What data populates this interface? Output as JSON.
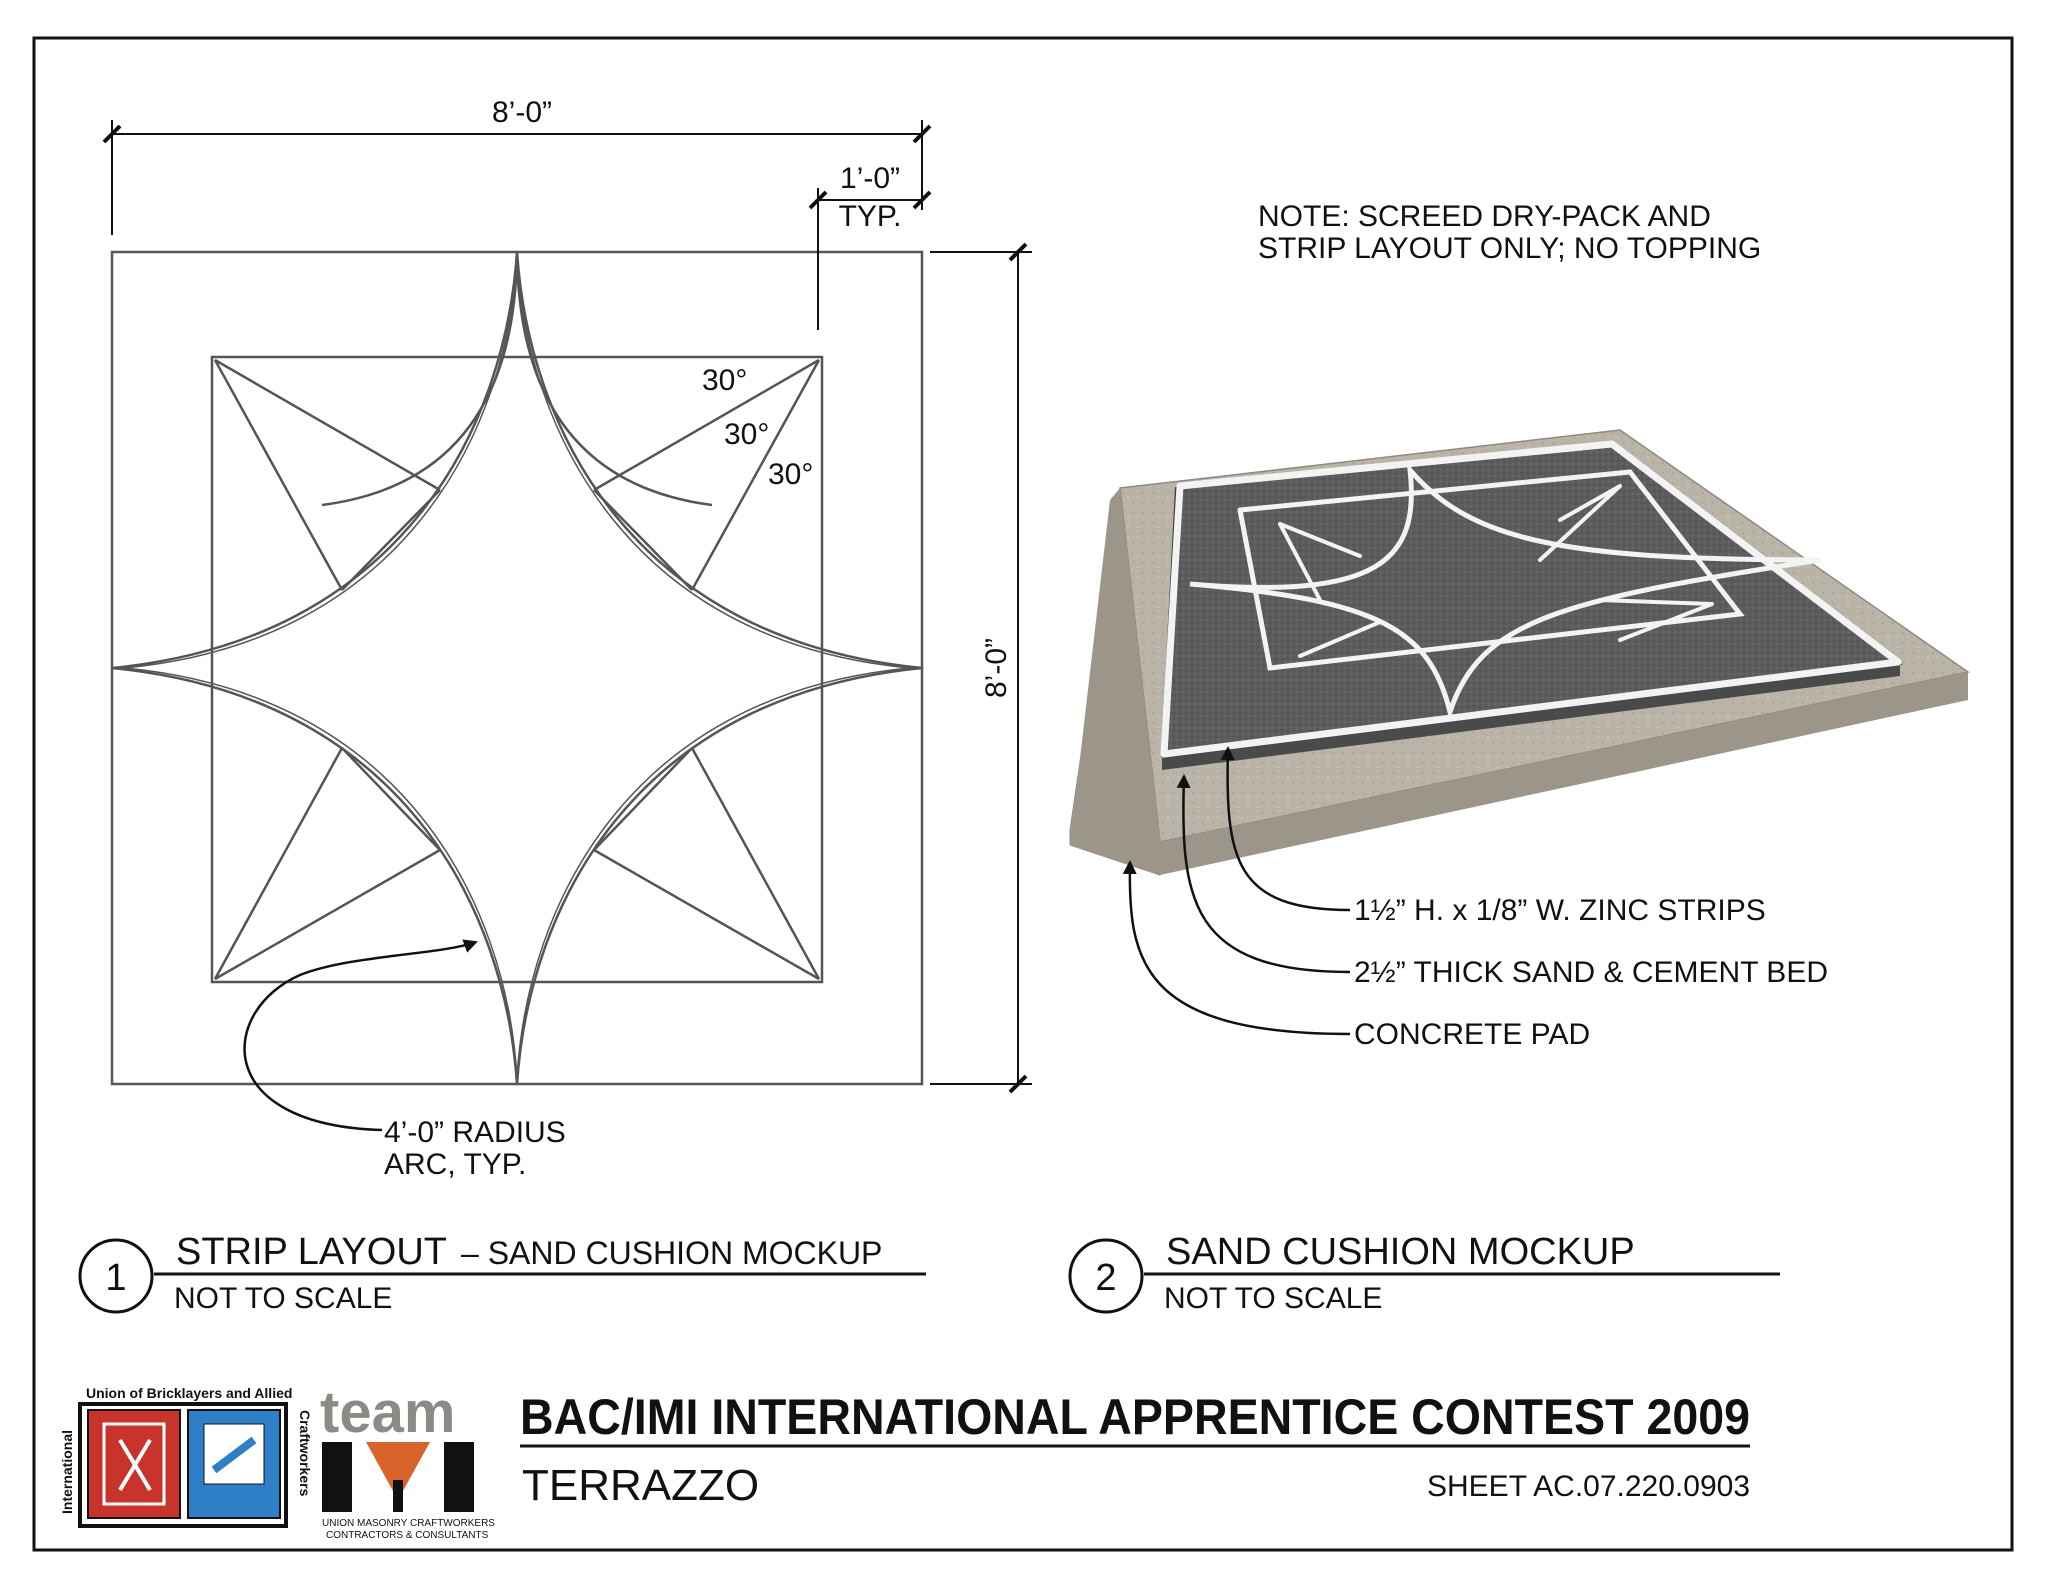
{
  "plan": {
    "dim_width": "8’-0”",
    "dim_height": "8’-0”",
    "dim_border": "1’-0”",
    "dim_border_note": "TYP.",
    "angle_1": "30°",
    "angle_2": "30°",
    "angle_3": "30°",
    "arc_note_line1": "4’-0” RADIUS",
    "arc_note_line2": "ARC, TYP."
  },
  "note": {
    "line1": "NOTE: SCREED DRY-PACK AND",
    "line2": "STRIP LAYOUT ONLY; NO TOPPING"
  },
  "section": {
    "label_strips": "1½” H. x 1/8” W. ZINC STRIPS",
    "label_bed": "2½” THICK SAND & CEMENT BED",
    "label_pad": "CONCRETE PAD"
  },
  "detail1": {
    "number": "1",
    "title": "STRIP LAYOUT",
    "title_suffix": "– SAND CUSHION MOCKUP",
    "scale": "NOT TO SCALE"
  },
  "detail2": {
    "number": "2",
    "title": "SAND CUSHION MOCKUP",
    "scale": "NOT TO SCALE"
  },
  "titleblock": {
    "title": "BAC/IMI INTERNATIONAL APPRENTICE CONTEST 2009",
    "subtitle": "TERRAZZO",
    "sheet": "SHEET AC.07.220.0903"
  },
  "logos": {
    "bac_top": "Union of Bricklayers and Allied",
    "bac_left": "International",
    "bac_right": "Craftworkers",
    "team_word": "team",
    "imi_word": "IMI",
    "imi_caption1": "UNION MASONRY CRAFTWORKERS",
    "imi_caption2": "CONTRACTORS & CONSULTANTS"
  },
  "colors": {
    "line": "#3a3a3a",
    "bed": "#5c5c5c",
    "pad": "#b9b3a8",
    "strip": "#f3f3f3",
    "logo_red": "#c8342b",
    "logo_blue": "#2f7fc6",
    "imi_orange": "#d9642b",
    "team_gray": "#8d8a86"
  }
}
